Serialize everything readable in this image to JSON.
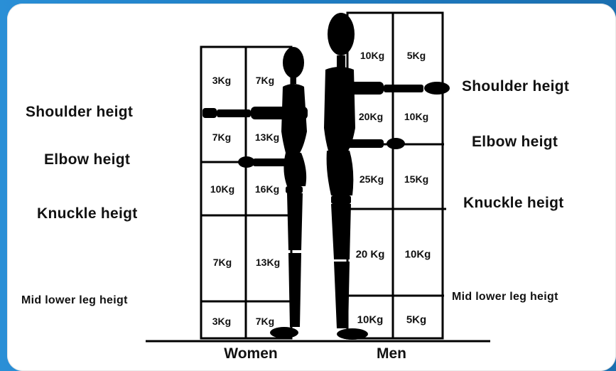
{
  "women": {
    "caption": "Women",
    "labels": {
      "shoulder": "Shoulder heigt",
      "elbow": "Elbow heigt",
      "knuckle": "Knuckle heigt",
      "mid_lower_leg": "Mid lower leg heigt"
    },
    "cells": {
      "r1c1": "3Kg",
      "r1c2": "7Kg",
      "r2c1": "7Kg",
      "r2c2": "13Kg",
      "r3c1": "10Kg",
      "r3c2": "16Kg",
      "r4c1": "7Kg",
      "r4c2": "13Kg",
      "r5c1": "3Kg",
      "r5c2": "7Kg"
    }
  },
  "men": {
    "caption": "Men",
    "labels": {
      "shoulder": "Shoulder heigt",
      "elbow": "Elbow heigt",
      "knuckle": "Knuckle heigt",
      "mid_lower_leg": "Mid lower leg heigt"
    },
    "cells": {
      "r1c1": "10Kg",
      "r1c2": "5Kg",
      "r2c1": "20Kg",
      "r2c2": "10Kg",
      "r3c1": "25Kg",
      "r3c2": "15Kg",
      "r4c1": "20 Kg",
      "r4c2": "10Kg",
      "r5c1": "10Kg",
      "r5c2": "5Kg"
    }
  }
}
